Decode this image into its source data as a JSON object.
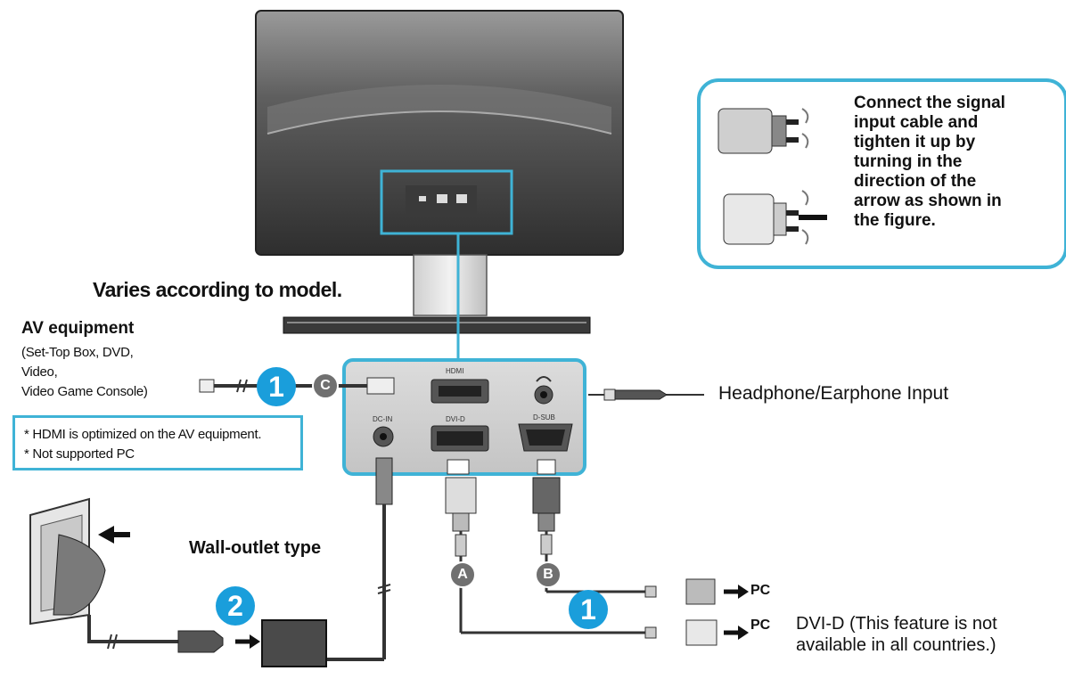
{
  "labels": {
    "model_note": "Varies according to model.",
    "av_title": "AV equipment",
    "av_list": [
      "(Set-Top Box, DVD,",
      "Video,",
      "Video Game Console)"
    ],
    "hdmi_notes": [
      "* HDMI is optimized on the AV equipment.",
      "* Not supported PC"
    ],
    "wall_outlet": "Wall-outlet type",
    "headphone": "Headphone/Earphone Input",
    "dvi_note": [
      "DVI-D (This feature is not",
      "available in all countries.)"
    ],
    "pc": "PC"
  },
  "tip": {
    "lines": [
      "Connect the signal",
      "input cable and",
      "tighten it up by",
      "turning in the",
      "direction of the",
      "arrow as shown in",
      "the figure."
    ]
  },
  "badges": {
    "step1": "1",
    "step2": "2",
    "a": "A",
    "b": "B",
    "c": "C"
  },
  "ports": {
    "hdmi": "HDMI",
    "dvi": "DVI-D",
    "rgb": "D-SUB",
    "dc": "DC-IN"
  },
  "colors": {
    "accent": "#3fb3d6",
    "badge_blue": "#1a9edb"
  }
}
